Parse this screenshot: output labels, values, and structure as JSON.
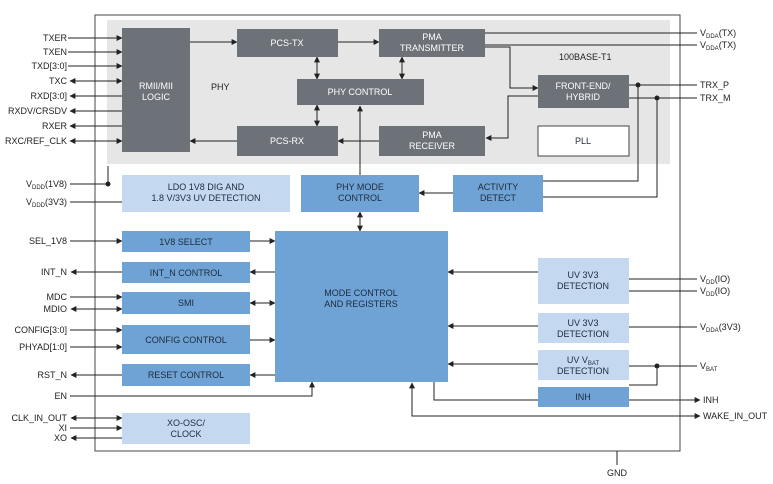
{
  "colors": {
    "dark_block": "#6d7278",
    "blue_block": "#6fa3d6",
    "light_block": "#c4d9f0",
    "phy_region": "#e6e6e6",
    "wire": "#222222"
  },
  "phy": {
    "label": "PHY",
    "sub_label": "100BASE-T1",
    "rmii": [
      "RMII/MII",
      "LOGIC"
    ],
    "pcs_tx": "PCS-TX",
    "pcs_rx": "PCS-RX",
    "pma_tx": [
      "PMA",
      "TRANSMITTER"
    ],
    "pma_rx": [
      "PMA",
      "RECEIVER"
    ],
    "phy_control": "PHY CONTROL",
    "frontend": [
      "FRONT-END/",
      "HYBRID"
    ],
    "pll": "PLL"
  },
  "blocks": {
    "ldo": [
      "LDO 1V8 DIG AND",
      "1.8 V/3V3 UV DETECTION"
    ],
    "phy_mode": [
      "PHY MODE",
      "CONTROL"
    ],
    "activity": [
      "ACTIVITY",
      "DETECT"
    ],
    "sel_1v8": "1V8 SELECT",
    "intn": "INT_N CONTROL",
    "smi": "SMI",
    "config": "CONFIG CONTROL",
    "reset": "RESET CONTROL",
    "xo": [
      "XO-OSC/",
      "CLOCK"
    ],
    "mode_ctrl": [
      "MODE CONTROL",
      "AND REGISTERS"
    ],
    "uv_io": [
      "UV 3V3",
      "DETECTION"
    ],
    "uv_tx": [
      "UV 3V3",
      "DETECTION"
    ],
    "uv_vbat": {
      "prefix": "UV V",
      "sub": "BAT",
      "line2": "DETECTION"
    },
    "inh": "INH"
  },
  "pins_left": {
    "txer": "TXER",
    "txen": "TXEN",
    "txd": "TXD[3:0]",
    "txc": "TXC",
    "rxd": "RXD[3:0]",
    "rxdv": "RXDV/CRSDV",
    "rxer": "RXER",
    "rxc": "RXC/REF_CLK",
    "vdd_1v8": {
      "main": "V",
      "sub": "DDD",
      "suffix": "(1V8)"
    },
    "vdd_3v3": {
      "main": "V",
      "sub": "DDD",
      "suffix": "(3V3)"
    },
    "sel_1v8": "SEL_1V8",
    "int_n": "INT_N",
    "mdc": "MDC",
    "mdio": "MDIO",
    "config": "CONFIG[3:0]",
    "phyad": "PHYAD[1:0]",
    "rst_n": "RST_N",
    "en": "EN",
    "clk_in_out": "CLK_IN_OUT",
    "xi": "XI",
    "xo": "XO"
  },
  "pins_right": {
    "vdda_tx1": {
      "main": "V",
      "sub": "DDA",
      "suffix": "(TX)"
    },
    "vdda_tx2": {
      "main": "V",
      "sub": "DDA",
      "suffix": "(TX)"
    },
    "trx_p": "TRX_P",
    "trx_m": "TRX_M",
    "vdd_io1": {
      "main": "V",
      "sub": "DD",
      "suffix": "(IO)"
    },
    "vdd_io2": {
      "main": "V",
      "sub": "DD",
      "suffix": "(IO)"
    },
    "vdda_3v3": {
      "main": "V",
      "sub": "DDA",
      "suffix": "(3V3)"
    },
    "vbat": {
      "main": "V",
      "sub": "BAT",
      "suffix": ""
    },
    "inh": "INH",
    "wake": "WAKE_IN_OUT"
  },
  "gnd": "GND"
}
